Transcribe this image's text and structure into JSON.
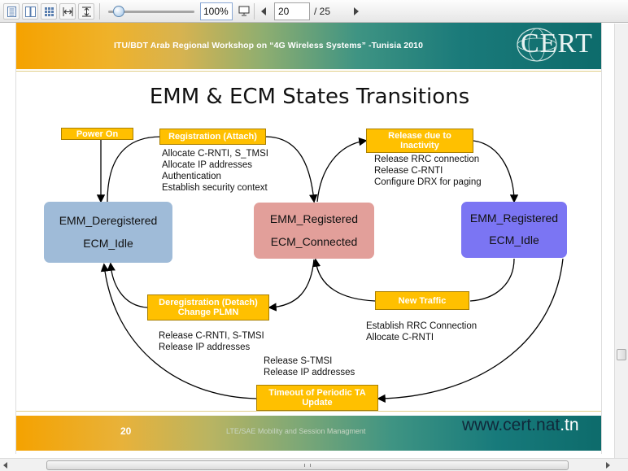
{
  "viewer": {
    "zoom_value": "100%",
    "current_page": "20",
    "page_total": "/ 25",
    "icons": [
      "single-page-icon",
      "two-page-icon",
      "thumbnails-icon",
      "fit-width-icon",
      "fit-height-icon",
      "presentation-icon",
      "previous-page-icon",
      "next-page-icon"
    ]
  },
  "slide": {
    "header_title": "ITU/BDT Arab Regional Workshop on  “4G Wireless Systems” -Tunisia 2010",
    "logo_text": "CERT",
    "title": "EMM & ECM States Transitions",
    "states": {
      "deregistered": {
        "line1": "EMM_Deregistered",
        "line2": "ECM_Idle",
        "color": "#9fbbd8"
      },
      "registered_connected": {
        "line1": "EMM_Registered",
        "line2": "ECM_Connected",
        "color": "#e29f9a"
      },
      "registered_idle": {
        "line1": "EMM_Registered",
        "line2": "ECM_Idle",
        "color": "#7b75f3"
      }
    },
    "transitions": {
      "power_on": "Power On",
      "registration": "Registration (Attach)",
      "release_line1": "Release due to",
      "release_line2": "Inactivity",
      "dereg_line1": "Deregistration (Detach)",
      "dereg_line2": "Change PLMN",
      "new_traffic": "New Traffic",
      "timeout_line1": "Timeout of Periodic TA",
      "timeout_line2": "Update"
    },
    "notes": {
      "registration": [
        "Allocate C-RNTI, S_TMSI",
        "Allocate IP addresses",
        "Authentication",
        "Establish security context"
      ],
      "release": [
        "Release RRC connection",
        "Release C-RNTI",
        "Configure DRX for paging"
      ],
      "deregistration": [
        "Release C-RNTI, S-TMSI",
        "Release IP addresses"
      ],
      "new_traffic": [
        "Establish RRC Connection",
        "Allocate C-RNTI"
      ],
      "timeout": [
        "Release S-TMSI",
        "Release IP addresses"
      ]
    },
    "footer": {
      "page_number": "20",
      "subtitle": "LTE/SAE Mobility and Session Managment",
      "url_main": "www.cert.nat",
      "url_tld": ".tn"
    },
    "colors": {
      "label_fill": "#ffc000",
      "header_orange": "#f5a200",
      "header_teal": "#0d6b6b"
    }
  }
}
